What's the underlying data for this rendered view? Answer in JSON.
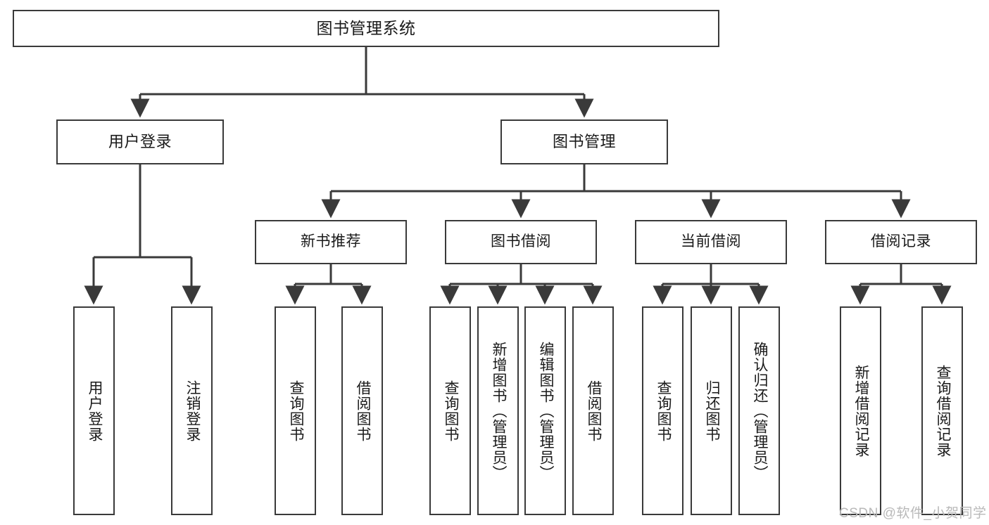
{
  "diagram": {
    "title": "图书管理系统",
    "type": "tree-hierarchy",
    "watermark": "CSDN @软件_小贺同学",
    "colors": {
      "box_border": "#3a3a3a",
      "box_fill": "#ffffff",
      "edge": "#3a3a3a",
      "text": "#1a1a1a",
      "watermark": "#b9b9b9",
      "background": "#ffffff"
    },
    "nodes": {
      "root": {
        "label": "图书管理系统"
      },
      "level2": [
        {
          "id": "user-login",
          "label": "用户登录"
        },
        {
          "id": "book-management",
          "label": "图书管理"
        }
      ],
      "level3": [
        {
          "id": "new-book-recommend",
          "label": "新书推荐"
        },
        {
          "id": "book-borrow",
          "label": "图书借阅"
        },
        {
          "id": "current-borrow",
          "label": "当前借阅"
        },
        {
          "id": "borrow-record",
          "label": "借阅记录"
        }
      ],
      "leaves": {
        "user-login": [
          {
            "id": "leaf-user-login",
            "label": "用户登录"
          },
          {
            "id": "leaf-logout-login",
            "label": "注销登录"
          }
        ],
        "new-book-recommend": [
          {
            "id": "leaf-query-book-1",
            "label": "查询图书"
          },
          {
            "id": "leaf-borrow-book-1",
            "label": "借阅图书"
          }
        ],
        "book-borrow": [
          {
            "id": "leaf-query-book-2",
            "label": "查询图书"
          },
          {
            "id": "leaf-add-book",
            "label": "新增图书（管理员）"
          },
          {
            "id": "leaf-edit-book",
            "label": "编辑图书（管理员）"
          },
          {
            "id": "leaf-borrow-book-2",
            "label": "借阅图书"
          }
        ],
        "current-borrow": [
          {
            "id": "leaf-query-book-3",
            "label": "查询图书"
          },
          {
            "id": "leaf-return-book",
            "label": "归还图书"
          },
          {
            "id": "leaf-confirm-return",
            "label": "确认归还（管理员）"
          }
        ],
        "borrow-record": [
          {
            "id": "leaf-add-record",
            "label": "新增借阅记录"
          },
          {
            "id": "leaf-query-record",
            "label": "查询借阅记录"
          }
        ]
      }
    }
  }
}
